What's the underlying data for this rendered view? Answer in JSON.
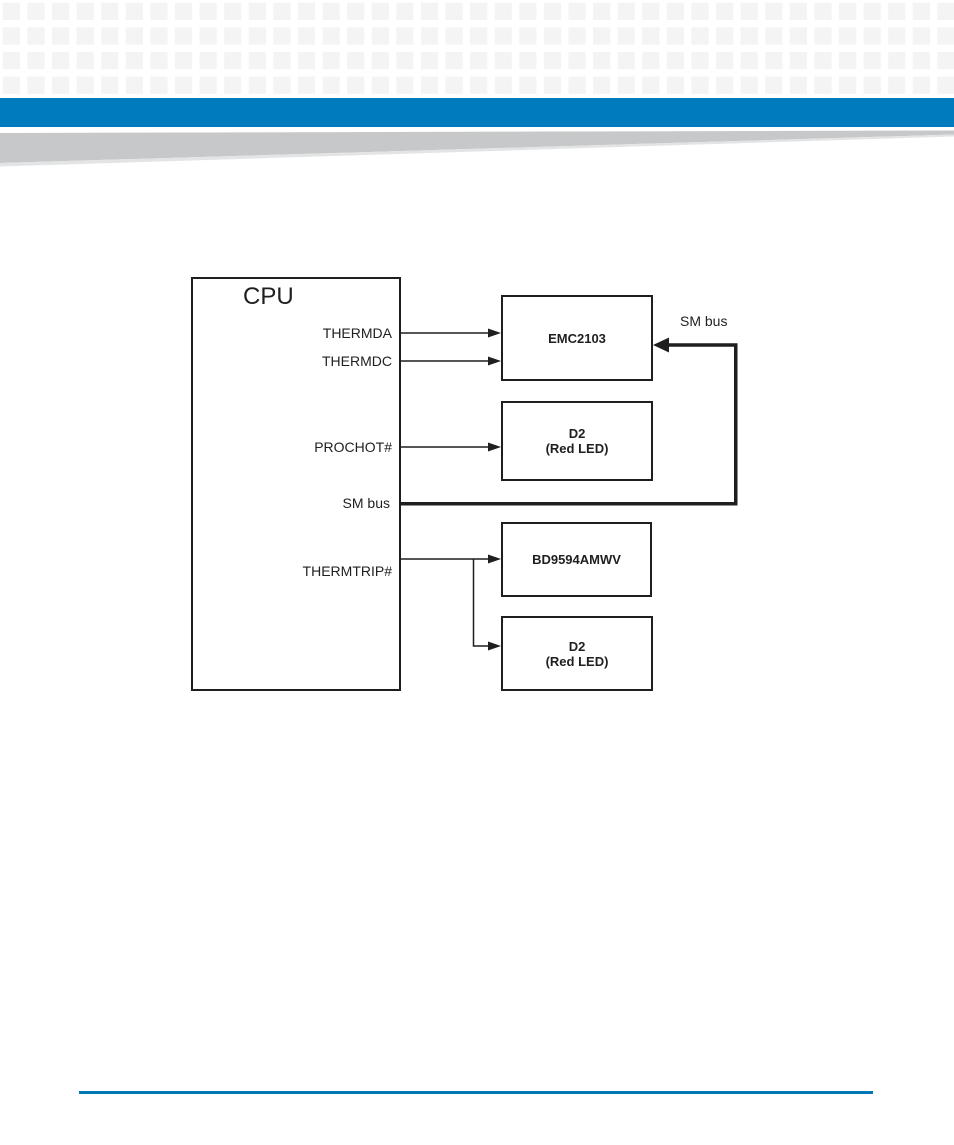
{
  "header": {
    "tile_color": "#F4F4F4",
    "bar_color": "#007CBE",
    "swoosh_color": "#C6C8CA"
  },
  "footer": {
    "rule_color": "#0077B5"
  },
  "diagram": {
    "cpu": {
      "label": "CPU"
    },
    "pins": [
      {
        "label": "THERMDA"
      },
      {
        "label": "THERMDC"
      },
      {
        "label": "PROCHOT#"
      },
      {
        "label": "SM bus"
      },
      {
        "label": "THERMTRIP#"
      }
    ],
    "sm_bus_top_label": "SM bus",
    "boxes": [
      {
        "label": "EMC2103"
      },
      {
        "line1": "D2",
        "line2": "(Red LED)"
      },
      {
        "label": "BD9594AMWV"
      },
      {
        "line1": "D2",
        "line2": "(Red LED)"
      }
    ],
    "line_color": "#1f1f1f"
  }
}
